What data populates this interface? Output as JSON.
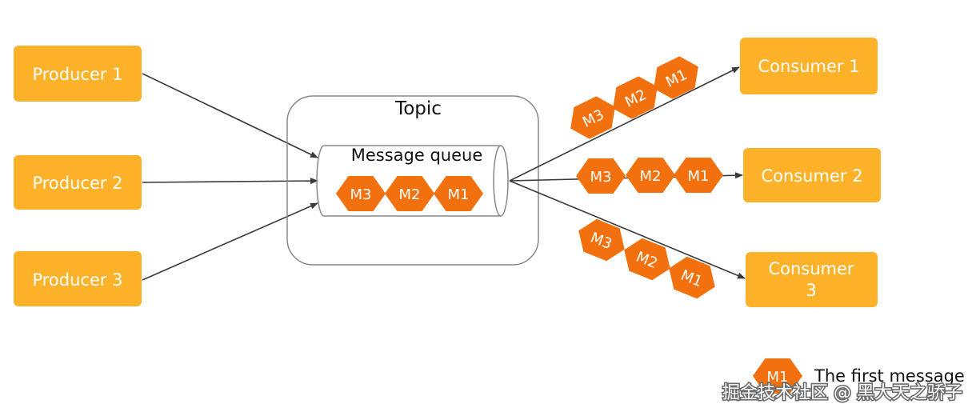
{
  "producers": [
    {
      "label": "Producer 1"
    },
    {
      "label": "Producer 2"
    },
    {
      "label": "Producer 3"
    }
  ],
  "consumers": [
    {
      "label": "Consumer 1"
    },
    {
      "label": "Consumer 2"
    },
    {
      "label_line1": "Consumer",
      "label_line2": "3"
    }
  ],
  "topic": {
    "label": "Topic"
  },
  "queue": {
    "label": "Message queue",
    "messages": [
      "M3",
      "M2",
      "M1"
    ]
  },
  "streams": {
    "consumer_1": [
      "M3",
      "M2",
      "M1"
    ],
    "consumer_2": [
      "M3",
      "M2",
      "M1"
    ],
    "consumer_3": [
      "M3",
      "M2",
      "M1"
    ]
  },
  "legend": {
    "symbol": "M1",
    "text": "The first message"
  },
  "watermark": "掘金技术社区 @ 黑大天之骄子",
  "colors": {
    "node": "#fdb22a",
    "message": "#f2700d",
    "arrow": "#3a3a3a",
    "border": "#888888"
  }
}
